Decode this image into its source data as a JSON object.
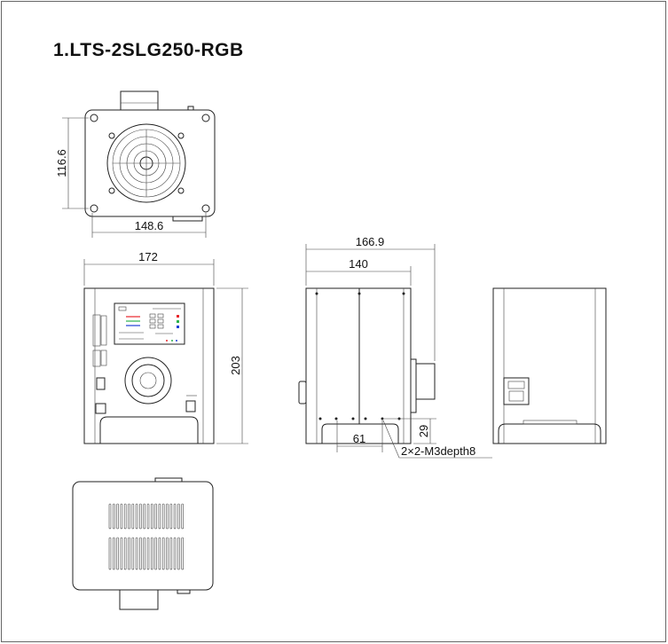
{
  "title": "1.LTS-2SLG250-RGB",
  "top_view": {
    "height_dim": "116.6",
    "width_dim": "148.6"
  },
  "front_view": {
    "width_dim": "172",
    "height_dim": "203"
  },
  "side_view": {
    "depth_dim": "166.9",
    "body_dim": "140",
    "hole_spacing_dim": "61",
    "hole_height_dim": "29",
    "hole_note": "2×2-M3depth8"
  },
  "colors": {
    "red": "#e8262b",
    "green": "#2bb24c",
    "blue": "#1f3fd6"
  }
}
